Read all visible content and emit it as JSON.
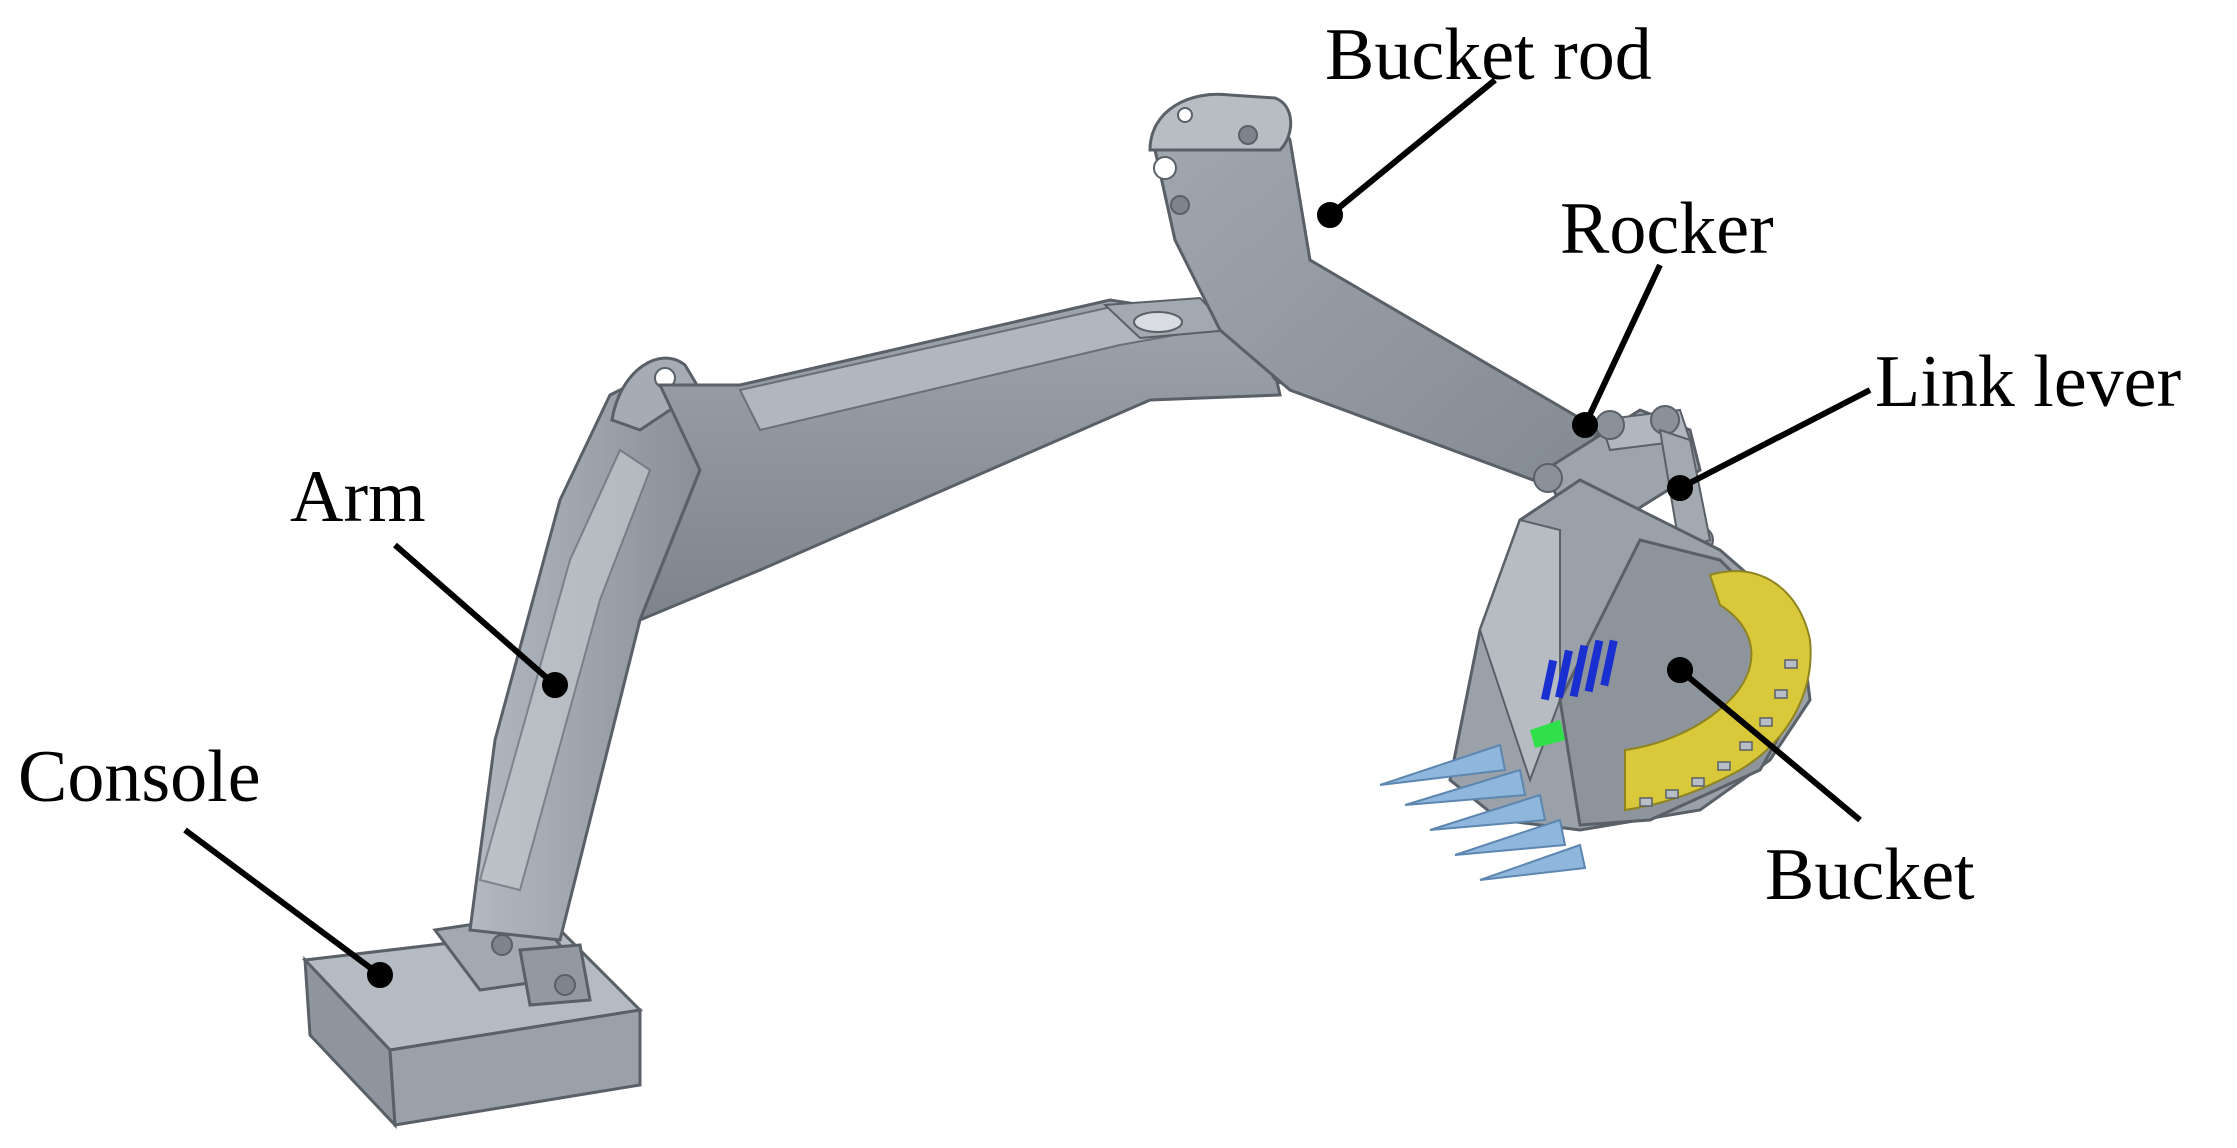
{
  "diagram": {
    "labels": {
      "bucket_rod": "Bucket rod",
      "rocker": "Rocker",
      "link_lever": "Link lever",
      "arm": "Arm",
      "console": "Console",
      "bucket": "Bucket"
    },
    "colors": {
      "steel": "#8c939b",
      "steel_light": "#a9afb6",
      "steel_dark": "#6f767e",
      "edge": "#5a6068",
      "bucket_edge": "#d4c63a",
      "teeth": "#8fb6dd",
      "blue_marks": "#1a2fd0",
      "green_marks": "#2fe04a",
      "leader": "#000000"
    }
  }
}
